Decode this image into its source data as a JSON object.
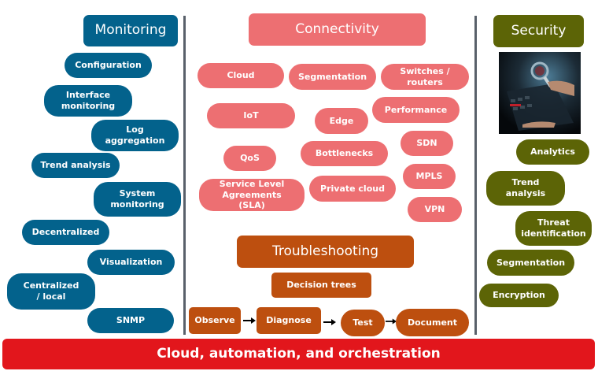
{
  "colors": {
    "monitoring": "#03628c",
    "connectivity": "#ed6f72",
    "troubleshooting": "#bd4f0f",
    "security": "#5c6406",
    "banner": "#e2161c",
    "divider": "#59606a"
  },
  "monitoring": {
    "title": "Monitoring",
    "items": [
      "Configuration",
      "Interface monitoring",
      "Log aggregation",
      "Trend analysis",
      "System monitoring",
      "Decentralized",
      "Visualization",
      "Centralized / local",
      "SNMP"
    ]
  },
  "connectivity": {
    "title": "Connectivity",
    "items": [
      "Cloud",
      "Segmentation",
      "Switches / routers",
      "IoT",
      "Edge",
      "Performance",
      "QoS",
      "Bottlenecks",
      "SDN",
      "Service Level Agreements (SLA)",
      "Private cloud",
      "MPLS",
      "VPN"
    ]
  },
  "troubleshooting": {
    "title": "Troubleshooting",
    "decision": "Decision trees",
    "steps": [
      "Observe",
      "Diagnose",
      "Test",
      "Document"
    ]
  },
  "security": {
    "title": "Security",
    "image": "security-magnifier-keyboard-image",
    "items": [
      "Analytics",
      "Trend analysis",
      "Threat identification",
      "Segmentation",
      "Encryption"
    ]
  },
  "banner": "Cloud, automation, and orchestration"
}
